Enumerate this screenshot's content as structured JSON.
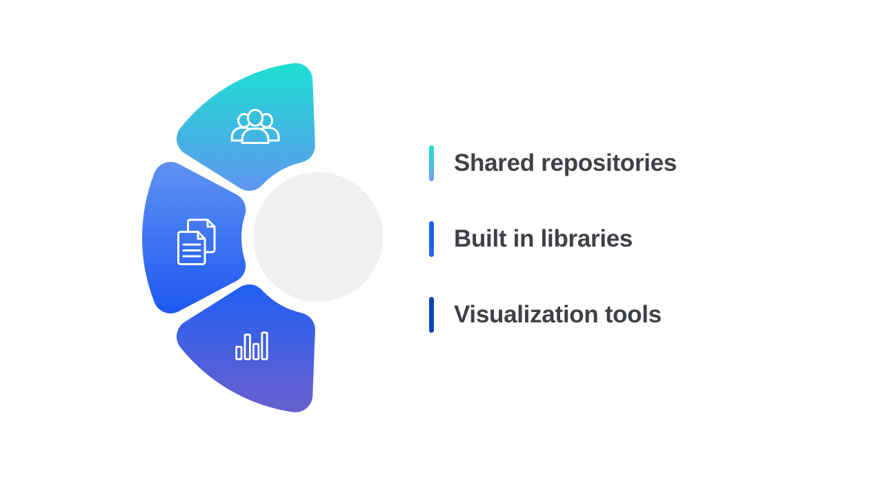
{
  "background": "#FFFFFF",
  "diagram": {
    "center_circle_color": "#F0F0F1",
    "icon_stroke": "#FFFFFF",
    "wedges": [
      {
        "name": "shared-repositories",
        "icon": "users-icon",
        "gradient_from": "#1CE0D0",
        "gradient_to": "#5E97F0"
      },
      {
        "name": "built-in-libraries",
        "icon": "documents-icon",
        "gradient_from": "#5F93F2",
        "gradient_to": "#1D57F2"
      },
      {
        "name": "visualization-tools",
        "icon": "bar-chart-icon",
        "gradient_from": "#2160F3",
        "gradient_to": "#6A60CD"
      }
    ]
  },
  "legend": {
    "text_color": "#3E4145",
    "items": [
      {
        "label": "Shared repositories",
        "bar_gradient_from": "#1FE0CE",
        "bar_gradient_to": "#6DA0F5"
      },
      {
        "label": "Built in libraries",
        "bar_color": "#1D63F5"
      },
      {
        "label": "Visualization tools",
        "bar_color": "#0B45BD"
      }
    ]
  }
}
